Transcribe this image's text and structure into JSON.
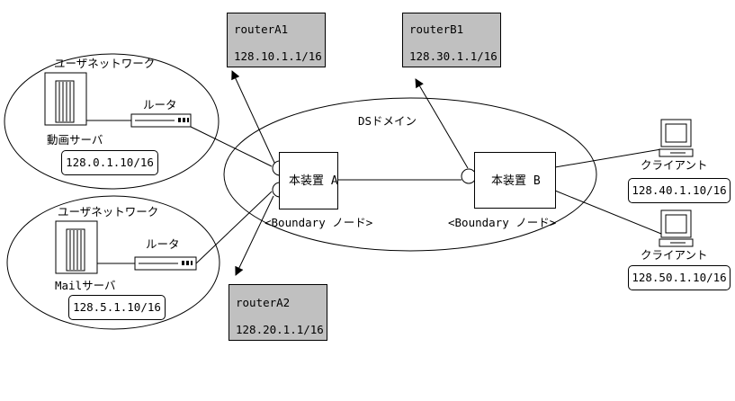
{
  "routers": {
    "a1": {
      "name": "routerA1",
      "address": "128.10.1.1/16"
    },
    "b1": {
      "name": "routerB1",
      "address": "128.30.1.1/16"
    },
    "a2": {
      "name": "routerA2",
      "address": "128.20.1.1/16"
    }
  },
  "user_networks": [
    {
      "title": "ユーザネットワーク",
      "server_label": "動画サーバ",
      "router_label": "ルータ",
      "address": "128.0.1.10/16"
    },
    {
      "title": "ユーザネットワーク",
      "server_label": "Mailサーバ",
      "router_label": "ルータ",
      "address": "128.5.1.10/16"
    }
  ],
  "ds_domain": {
    "title": "DSドメイン",
    "device_a": {
      "label": "本装置 A",
      "role": "<Boundary ノード>"
    },
    "device_b": {
      "label": "本装置 B",
      "role": "<Boundary ノード>"
    }
  },
  "clients": [
    {
      "label": "クライアント",
      "address": "128.40.1.10/16"
    },
    {
      "label": "クライアント",
      "address": "128.50.1.10/16"
    }
  ]
}
